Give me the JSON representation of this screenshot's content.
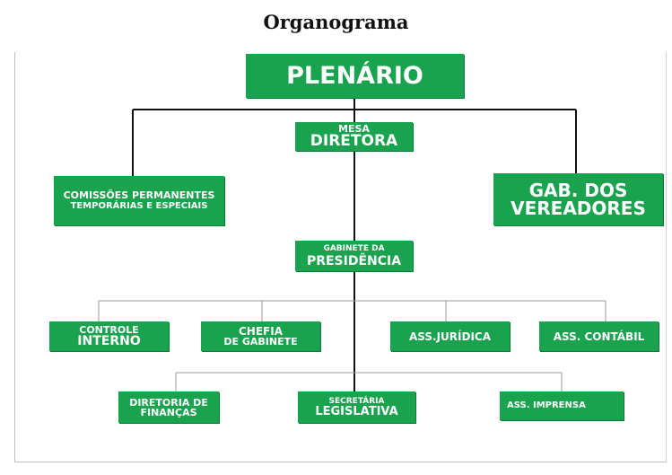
{
  "title": "Organograma",
  "boxes": {
    "plenario": "PLENÁRIO",
    "mesa_l1": "MESA",
    "mesa_l2": "DIRETORA",
    "comissoes_l1": "COMISSÕES PERMANENTES",
    "comissoes_l2": "TEMPORÁRIAS E ESPECIAIS",
    "gab_l1": "GAB. DOS",
    "gab_l2": "VEREADORES",
    "gabpres_l1": "GABINETE DA",
    "gabpres_l2": "PRESIDÊNCIA",
    "controle_l1": "CONTROLE",
    "controle_l2": "INTERNO",
    "chefia_l1": "CHEFIA",
    "chefia_l2": "DE GABINETE",
    "juridica": "ASS.JURÍDICA",
    "contabil": "ASS. CONTÁBIL",
    "financas_l1": "DIRETORIA DE",
    "financas_l2": "FINANÇAS",
    "secretaria_l1": "SECRETÁRIA",
    "secretaria_l2": "LEGISLATIVA",
    "imprensa": "ASS. IMPRENSA"
  },
  "colors": {
    "box": "#1aa34f",
    "text": "#ffffff",
    "connector": "#111111",
    "thin_connector": "#9a9a9a"
  }
}
